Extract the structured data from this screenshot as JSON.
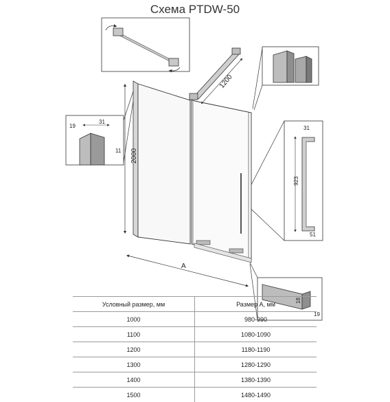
{
  "title": "Схема PTDW-50",
  "dimensions": {
    "height_label": "2000",
    "width_label": "A",
    "bracket_label": "1200",
    "profile_width": "31",
    "profile_depth": "19",
    "profile_gap": "11",
    "handle_top": "31",
    "handle_length": "923",
    "handle_bottom": "51",
    "guide_height": "18",
    "guide_width": "19"
  },
  "table": {
    "headers": [
      "Условный размер, мм",
      "Размер А, мм"
    ],
    "rows": [
      [
        "1000",
        "980-990"
      ],
      [
        "1100",
        "1080-1090"
      ],
      [
        "1200",
        "1180-1190"
      ],
      [
        "1300",
        "1280-1290"
      ],
      [
        "1400",
        "1380-1390"
      ],
      [
        "1500",
        "1480-1490"
      ]
    ]
  },
  "colors": {
    "line": "#333333",
    "glass": "#f7f7f7",
    "frame_gray": "#8a8a8a",
    "table_border": "#9a9a9a"
  }
}
